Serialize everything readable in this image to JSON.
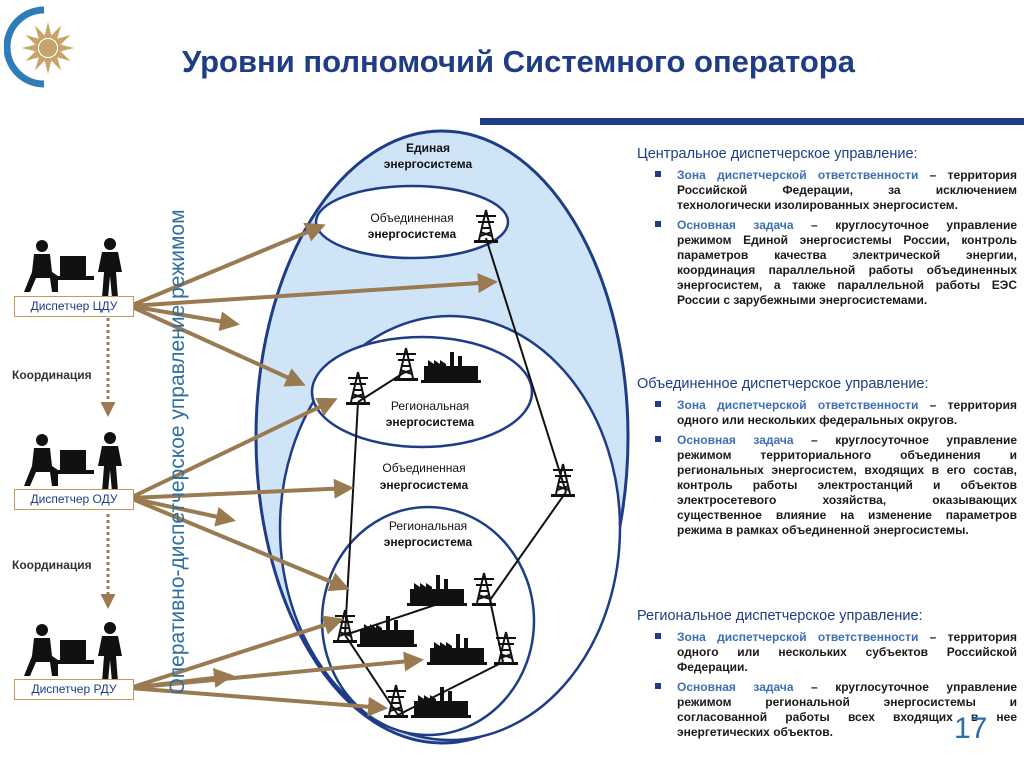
{
  "title": "Уровни полномочий Системного оператора",
  "vertical_text": "Оперативно-диспетчерское управление режимом",
  "dispatchers": [
    "Диспетчер ЦДУ",
    "Диспетчер ОДУ",
    "Диспетчер РДУ"
  ],
  "coordination_label": "Координация",
  "diagram": {
    "outer_label_1": "Единая",
    "outer_label_2": "энергосистема",
    "top_oes_1": "Объединенная",
    "top_oes_2": "энергосистема",
    "res_top_1": "Региональная",
    "res_top_2": "энергосистема",
    "mid_oes_1": "Объединенная",
    "mid_oes_2": "энергосистема",
    "res_bottom_1": "Региональная",
    "res_bottom_2": "энергосистема"
  },
  "sections": [
    {
      "heading": "Центральное диспетчерское управление:",
      "items": [
        {
          "key": "Зона диспетчерской ответственности",
          "text": " – территория Российской Федерации, за исключением технологически изолированных энергосистем."
        },
        {
          "key": "Основная задача",
          "text": " – круглосуточное управление режимом Единой энергосистемы России, контроль параметров качества электрической энергии, координация параллельной работы объединенных энергосистем, а также параллельной работы ЕЭС России с зарубежными энергосистемами."
        }
      ]
    },
    {
      "heading": "Объединенное диспетчерское управление:",
      "items": [
        {
          "key": "Зона диспетчерской ответственности",
          "text": " – территория одного или нескольких федеральных округов."
        },
        {
          "key": "Основная задача",
          "text": " – круглосуточное управление режимом территориального объединения и региональных энергосистем, входящих в его состав, контроль работы электростанций и объектов электросетевого хозяйства, оказывающих существенное влияние на изменение параметров режима в рамках объединенной энергосистемы."
        }
      ]
    },
    {
      "heading": "Региональное диспетчерское управление:",
      "items": [
        {
          "key": "Зона диспетчерской ответственности",
          "text": " – территория одного или нескольких субъектов Российской Федерации."
        },
        {
          "key": "Основная задача",
          "text": " – круглосуточное управление режимом региональной энергосистемы и согласованной работы всех входящих в нее энергетических объектов."
        }
      ]
    }
  ],
  "slide_number": "17",
  "colors": {
    "title": "#1f3d86",
    "arrow": "#9a7a50",
    "outer_fill": "#cfe4f7",
    "ellipse_stroke": "#1f3d86",
    "highlight": "#3d6fb5"
  }
}
